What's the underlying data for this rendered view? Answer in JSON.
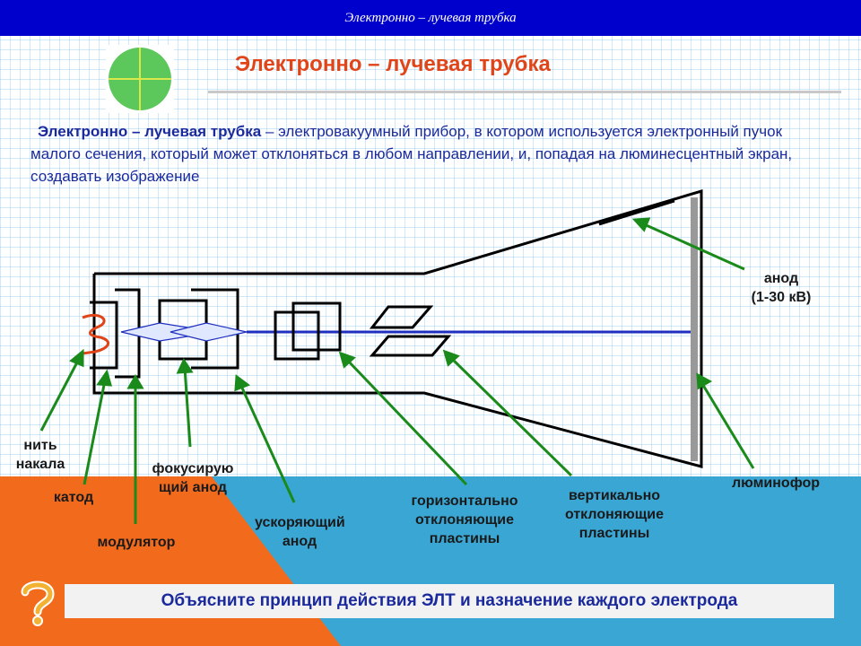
{
  "header": {
    "title": "Электронно – лучевая трубка"
  },
  "slide": {
    "title": "Электронно – лучевая трубка"
  },
  "description": {
    "term": "Электронно – лучевая трубка",
    "dash": " – ",
    "text": "электровакуумный прибор, в котором используется электронный пучок малого сечения, который может отклоняться в любом направлении, и, попадая на люминесцентный экран, создавать изображение"
  },
  "labels": {
    "filament": [
      "нить",
      "накала"
    ],
    "cathode": "катод",
    "modulator": "модулятор",
    "focusing_anode": [
      "фокусирую",
      "щий анод"
    ],
    "accelerating_anode": [
      "ускоряющий",
      "анод"
    ],
    "horizontal_plates": [
      "горизонтально",
      "отклоняющие",
      "пластины"
    ],
    "vertical_plates": [
      "вертикально",
      "отклоняющие",
      "пластины"
    ],
    "phosphor": "люминофор",
    "anode": [
      "анод",
      "(1-30 кВ)"
    ]
  },
  "question": "Объясните принцип действия  ЭЛТ и назначение каждого электрода",
  "colors": {
    "header_bg": "#0000cc",
    "title": "#e0451a",
    "description_text": "#1a2a9c",
    "arrow": "#1a8a1a",
    "beam": "#1f2fbf",
    "bottom_orange": "#f26b1d",
    "bottom_blue": "#3aa6d4"
  },
  "icons": {
    "logo": "green-circle-crosshair-icon",
    "question": "question-mark-icon"
  }
}
